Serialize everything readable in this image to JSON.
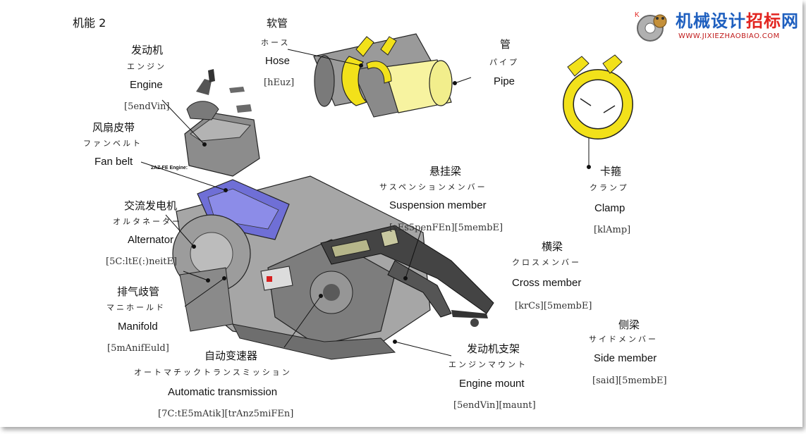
{
  "title": "机能 2",
  "logo": {
    "prefix": "机械设计",
    "highlight": "招标",
    "suffix": "网",
    "url": "WWW.JIXIEZHAOBIAO.COM",
    "icon": "gear-bear-logo-icon"
  },
  "engine_caption": "2AZ-FE Engine:",
  "labels": {
    "hose": {
      "zh": "软管",
      "jp": "ホース",
      "en": "Hose",
      "ph": "[hEuz]"
    },
    "pipe": {
      "zh": "管",
      "jp": "パイプ",
      "en": "Pipe"
    },
    "engine": {
      "zh": "发动机",
      "jp": "エンジン",
      "en": "Engine",
      "ph": "[5endVin]"
    },
    "fan_belt": {
      "zh": "风扇皮带",
      "jp": "ファンベルト",
      "en": "Fan belt"
    },
    "alternator": {
      "zh": "交流发电机",
      "jp": "オルタネーター",
      "en": "Alternator",
      "ph": "[5C:ltE(:)neitE]"
    },
    "manifold": {
      "zh": "排气歧管",
      "jp": "マニホールド",
      "en": "Manifold",
      "ph": "[5mAnifEuld]"
    },
    "automatic_transmission": {
      "zh": "自动变速器",
      "jp": "オートマチックトランスミッション",
      "en": "Automatic transmission",
      "ph": "[7C:tE5mAtik][trAnz5miFEn]"
    },
    "suspension_member": {
      "zh": "悬挂梁",
      "jp": "サスペンションメンバー",
      "en": "Suspension member",
      "ph": "[sEs5penFEn][5membE]"
    },
    "clamp": {
      "zh": "卡箍",
      "jp": "クランプ",
      "en": "Clamp",
      "ph": "[klAmp]"
    },
    "cross_member": {
      "zh": "横梁",
      "jp": "クロスメンバー",
      "en": "Cross member",
      "ph": "[krCs][5membE]"
    },
    "side_member": {
      "zh": "侧梁",
      "jp": "サイドメンバー",
      "en": "Side member",
      "ph": "[said][5membE]"
    },
    "engine_mount": {
      "zh": "发动机支架",
      "jp": "エンジンマウント",
      "en": "Engine mount",
      "ph": "[5endVin][maunt]"
    }
  },
  "colors": {
    "clamp_yellow": "#f2e11a",
    "pipe_yellow": "#f7f3a0",
    "hose_gray": "#8a8a8a",
    "engine_blue": "#6f6fd6",
    "logo_blue": "#1e5fbf",
    "logo_red": "#e2241f"
  }
}
